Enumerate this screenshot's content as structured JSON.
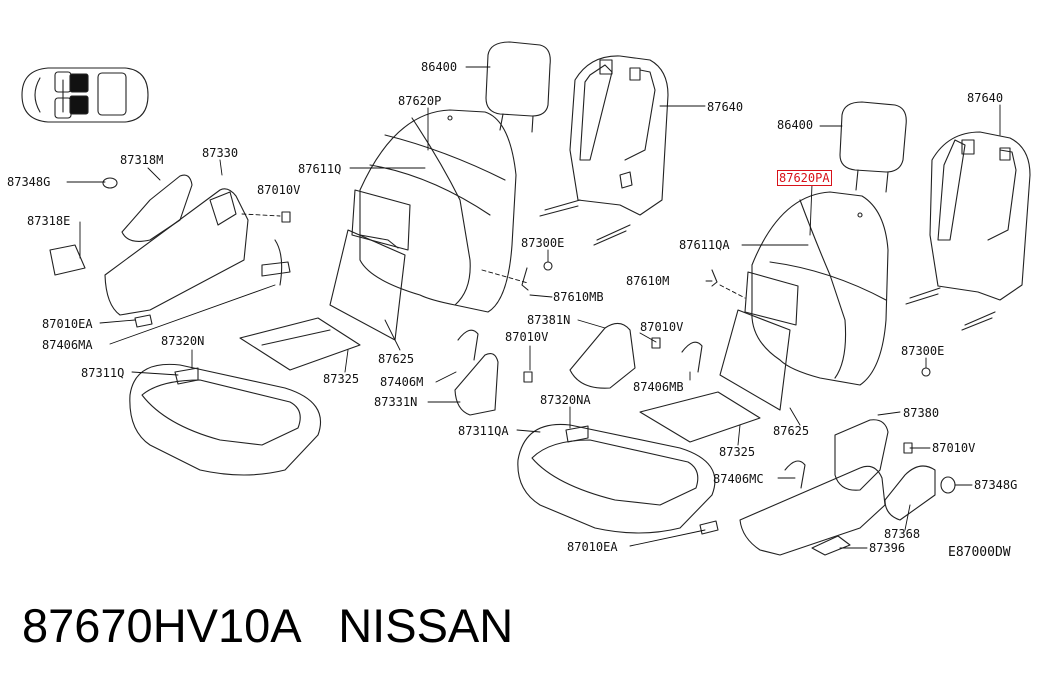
{
  "labels": {
    "l86400a": "86400",
    "l87640a": "87640",
    "l87620p": "87620P",
    "l87611q": "87611Q",
    "l87348ga": "87348G",
    "l87318m": "87318M",
    "l87330": "87330",
    "l87010va": "87010V",
    "l87318e": "87318E",
    "l87010eaa": "87010EA",
    "l87406ma": "87406MA",
    "l87320n": "87320N",
    "l87311q": "87311Q",
    "l87625a": "87625",
    "l87325a": "87325",
    "l87300ea": "87300E",
    "l87610mb": "87610MB",
    "l87381n": "87381N",
    "l87010vb": "87010V",
    "l87406m": "87406M",
    "l87331n": "87331N",
    "l87320na": "87320NA",
    "l87311qa": "87311QA",
    "l86400b": "86400",
    "l87640b": "87640",
    "l87620pa": "87620PA",
    "l87611qa": "87611QA",
    "l87610m": "87610M",
    "l87010vc": "87010V",
    "l87406mb": "87406MB",
    "l87300eb": "87300E",
    "l87625b": "87625",
    "l87325b": "87325",
    "l87406mc": "87406MC",
    "l87380": "87380",
    "l87010vd": "87010V",
    "l87348gb": "87348G",
    "l87368": "87368",
    "l87396": "87396",
    "l87010eab": "87010EA"
  },
  "reference_code": "E87000DW",
  "footer": {
    "part_number": "87670HV10A",
    "brand": "NISSAN"
  },
  "colors": {
    "highlight": "#d8121a",
    "line": "#111111"
  }
}
